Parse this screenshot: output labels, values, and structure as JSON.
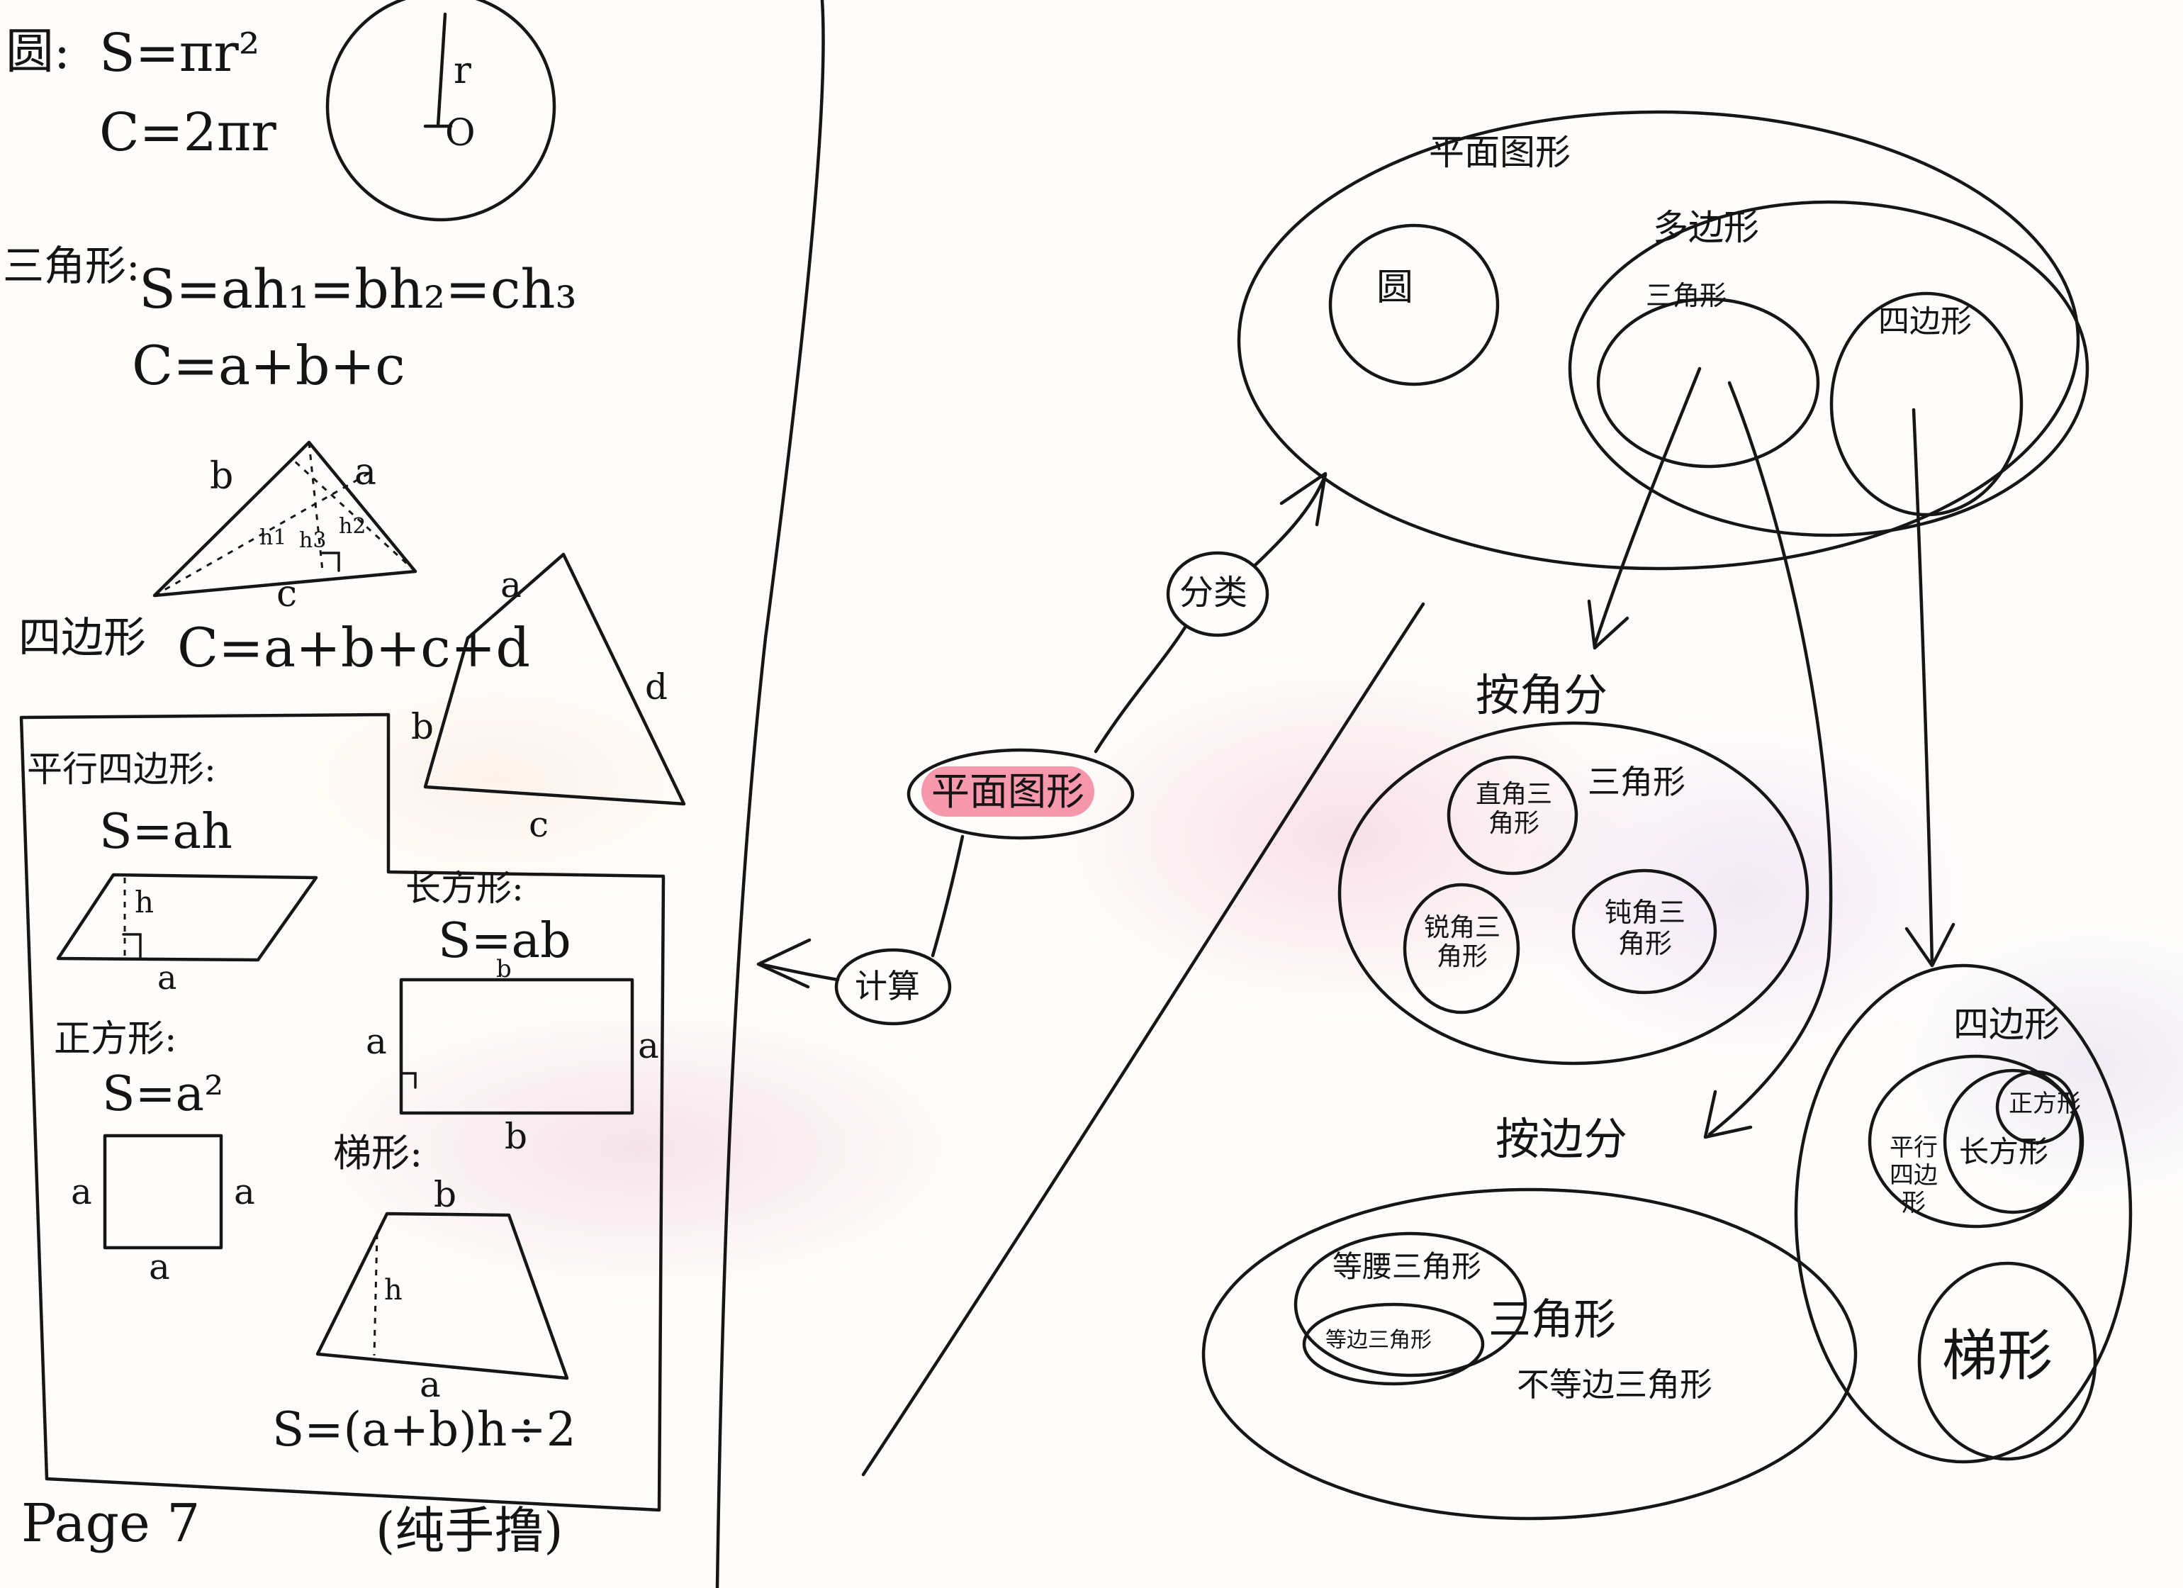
{
  "circle_formulas": {
    "label": "圆:",
    "area": "S=πr²",
    "circumference": "C=2πr",
    "radius_label": "r",
    "center_label": "O"
  },
  "triangle_formulas": {
    "label": "三角形:",
    "area": "S=ah₁=bh₂=ch₃",
    "perimeter": "C=a+b+c",
    "side_a": "a",
    "side_b": "b",
    "side_c": "c",
    "heights": [
      "h1",
      "h3",
      "h2"
    ]
  },
  "quadrilateral_formulas": {
    "label": "四边形",
    "perimeter": "C=a+b+c+d",
    "side_a": "a",
    "side_b": "b",
    "side_c": "c",
    "side_d": "d"
  },
  "parallelogram": {
    "label": "平行四边形:",
    "formula": "S=ah",
    "height": "h",
    "base": "a"
  },
  "rectangle": {
    "label": "长方形:",
    "formula": "S=ab",
    "top": "b",
    "left": "a",
    "right": "a",
    "bottom": "b"
  },
  "square": {
    "label": "正方形:",
    "formula": "S=a²",
    "left": "a",
    "right": "a",
    "bottom": "a"
  },
  "trapezoid": {
    "label": "梯形:",
    "formula": "S=(a+b)h÷2",
    "top": "b",
    "height": "h",
    "bottom": "a"
  },
  "page_label": "Page 7",
  "handmade_note": "(纯手撸)",
  "mindmap": {
    "center": "平面图形",
    "classify": "分类",
    "calculate": "计算"
  },
  "classification": {
    "root": "平面图形",
    "circle": "圆",
    "polygon": "多边形",
    "triangle": "三角形",
    "quadrilateral": "四边形"
  },
  "by_angle": {
    "title": "按角分",
    "outer": "三角形",
    "right": "直角三角形",
    "acute": "锐角三角形",
    "obtuse": "钝角三角形"
  },
  "by_side": {
    "title": "按边分",
    "isosceles": "等腰三角形",
    "equilateral": "等边三角形",
    "outer": "三角形",
    "scalene": "不等边三角形"
  },
  "quad_breakdown": {
    "title": "四边形",
    "parallelogram": "平行四边形",
    "rectangle": "长方形",
    "square": "正方形",
    "trapezoid": "梯形"
  },
  "colors": {
    "ink": "#161616",
    "highlight": "#f0466e",
    "paper": "#fefdfb"
  }
}
